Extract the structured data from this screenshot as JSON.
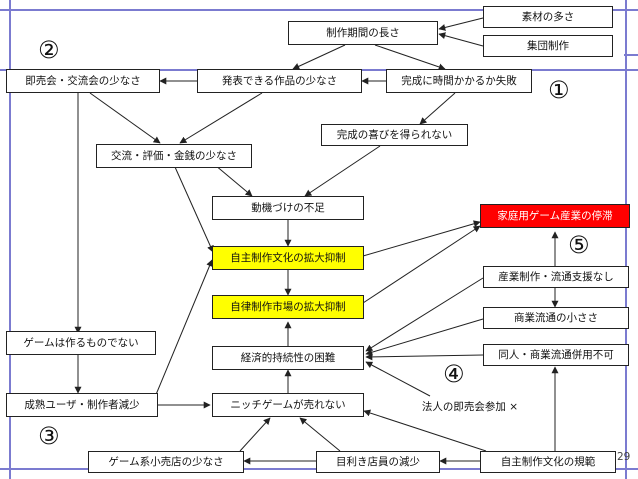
{
  "nodes": {
    "material_variety": "素材の多さ",
    "production_period": "制作期間の長さ",
    "group_production": "集団制作",
    "sales_events_few": "即売会・交流会の少なさ",
    "presentable_works_few": "発表できる作品の少なさ",
    "failure_long_time": "完成に時間かかるか失敗",
    "joy_of_completion": "完成の喜びを得られない",
    "exchange_reputation_money": "交流・評価・金銭の少なさ",
    "lack_of_motivation": "動機づけの不足",
    "home_game_stagnation": "家庭用ゲーム産業の停滞",
    "indie_culture_suppression": "自主制作文化の拡大抑制",
    "industry_support_none": "産業制作・流通支援なし",
    "indie_market_suppression": "自律制作市場の拡大抑制",
    "commercial_distribution_small": "商業流通の小ささ",
    "games_not_made": "ゲームは作るものでない",
    "economic_sustainability": "経済的持続性の困難",
    "doujin_commercial_exclusive": "同人・商業流通併用不可",
    "mature_users_decline": "成熟ユーザ・制作者減少",
    "niche_games_unsold": "ニッチゲームが売れない",
    "corporate_sales_event": "法人の即売会参加 ×",
    "game_shops_few": "ゲーム系小売店の少なさ",
    "discerning_clerks_decline": "目利き店員の減少",
    "indie_culture_norms": "自主制作文化の規範"
  },
  "labels": {
    "n1": "①",
    "n2": "②",
    "n3": "③",
    "n4": "④",
    "n5": "⑤"
  },
  "page_number": "29",
  "colors": {
    "frame_line": "#6666cc",
    "arrow": "#222222",
    "highlight_yellow": "#ffff00",
    "highlight_red": "#ff0000"
  }
}
